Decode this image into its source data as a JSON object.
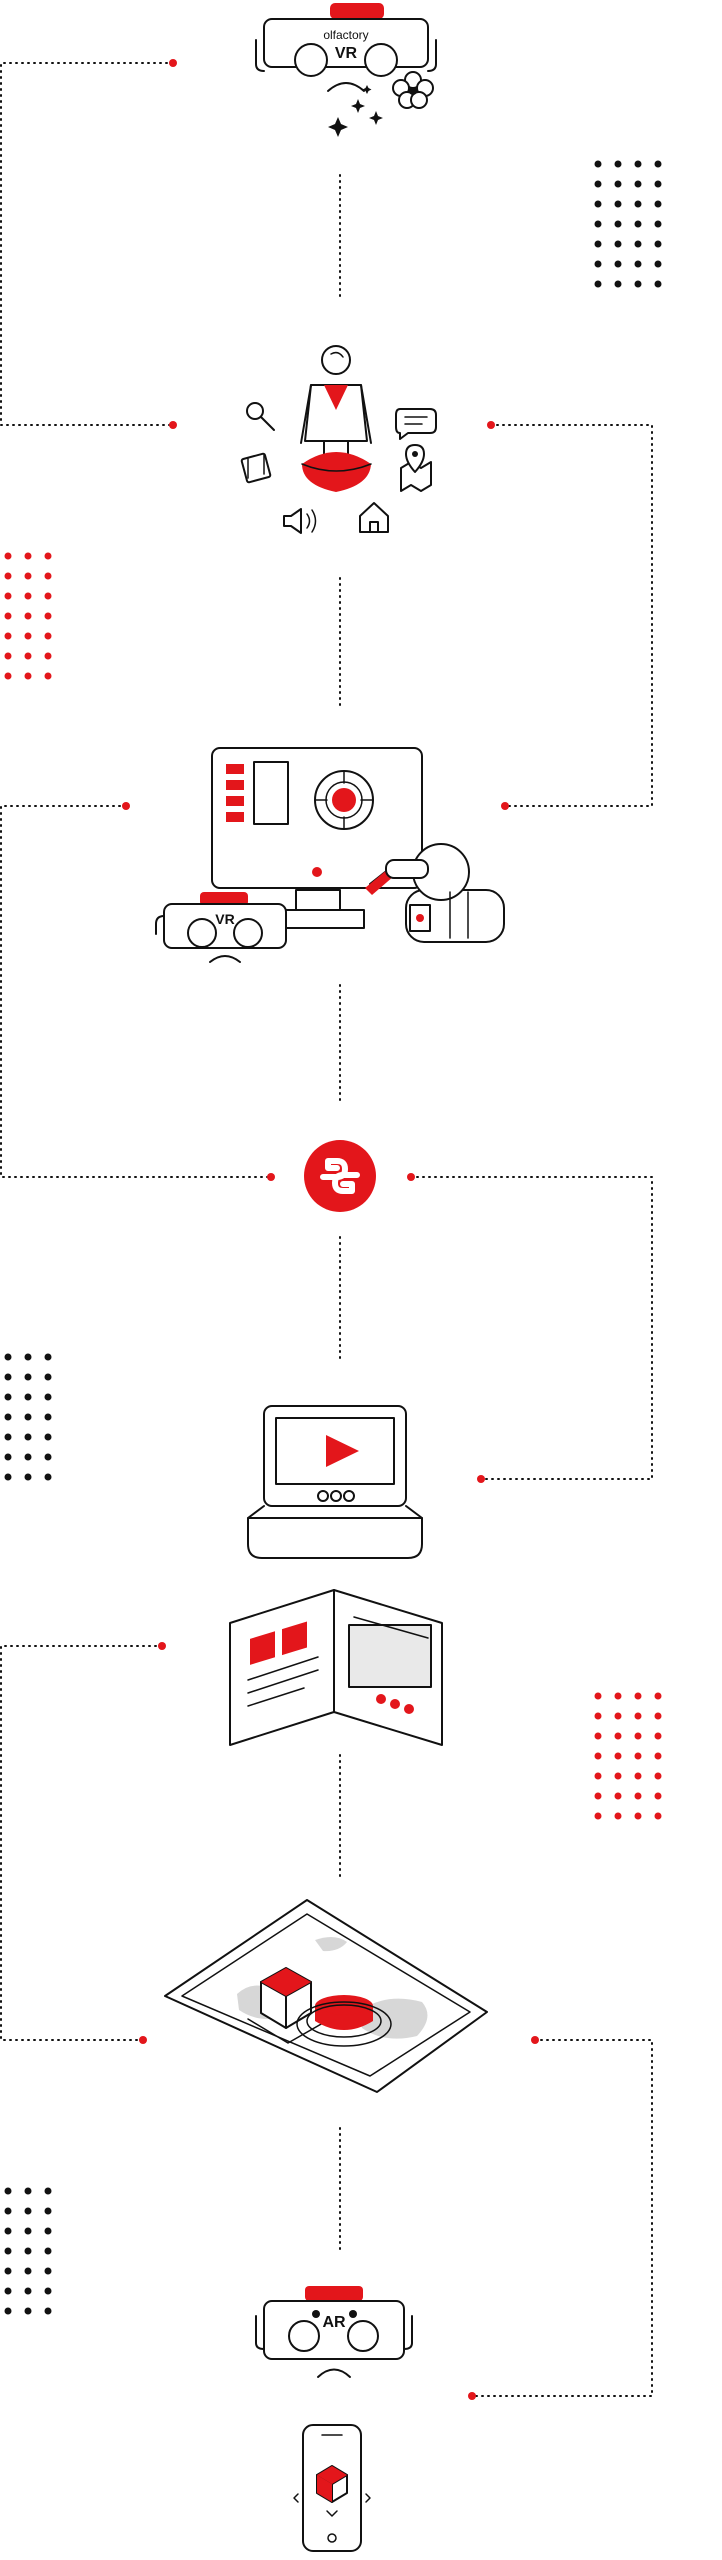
{
  "colors": {
    "accent": "#e3161b",
    "ink": "#111111",
    "map_gray": "#d7d7d7",
    "panel_gray": "#e9e9e9",
    "background": "#ffffff"
  },
  "labels": {
    "olfactory": "olfactory",
    "vr_top": "VR",
    "vr_kit": "VR",
    "ar": "AR"
  },
  "icons": {
    "olfactory_headset": "olfactory-vr-headset-icon",
    "character": "character-icon",
    "magnifier": "magnifier-icon",
    "chat": "speech-bubble-icon",
    "film": "film-strip-icon",
    "map_pin": "map-pin-icon",
    "speaker": "speaker-icon",
    "home": "home-icon",
    "workstation": "computer-workstation-icon",
    "vr_headset": "vr-headset-icon",
    "robot": "robot-icon",
    "logo": "red-round-logo-icon",
    "laptop": "laptop-video-icon",
    "brochure": "brochure-icon",
    "map_plate": "isometric-map-icon",
    "ar_headset": "ar-headset-icon",
    "phone": "phone-ar-icon"
  }
}
